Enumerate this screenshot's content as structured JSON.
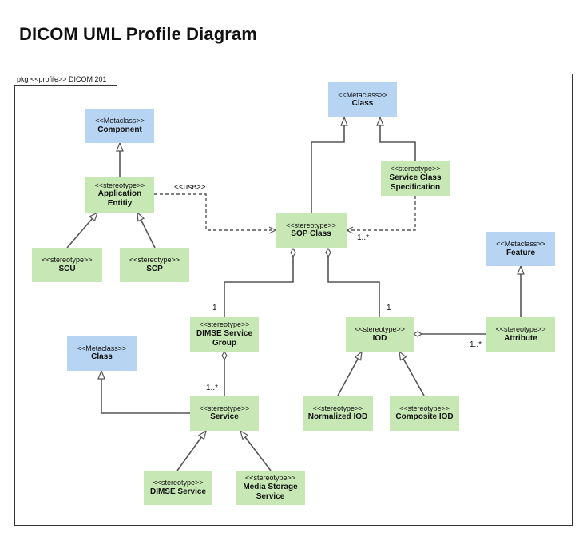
{
  "title": "DICOM UML Profile Diagram",
  "package_tab": "pkg <<profile>> DICOM 201",
  "nodes": {
    "component_meta": {
      "stereotype": "<<Metaclass>>",
      "name": "Component"
    },
    "class_meta_top": {
      "stereotype": "<<Metaclass>>",
      "name": "Class"
    },
    "feature_meta": {
      "stereotype": "<<Metaclass>>",
      "name": "Feature"
    },
    "class_meta_left": {
      "stereotype": "<<Metaclass>>",
      "name": "Class"
    },
    "application_entity": {
      "stereotype": "<<stereotype>>",
      "name": "Application Entitiy"
    },
    "service_class_spec": {
      "stereotype": "<<stereotype>>",
      "name": "Service Class Specification"
    },
    "sop_class": {
      "stereotype": "<<stereotype>>",
      "name": "SOP Class"
    },
    "scu": {
      "stereotype": "<<stereotype>>",
      "name": "SCU"
    },
    "scp": {
      "stereotype": "<<stereotype>>",
      "name": "SCP"
    },
    "dimse_service_group": {
      "stereotype": "<<stereotype>>",
      "name": "DIMSE Service Group"
    },
    "iod": {
      "stereotype": "<<stereotype>>",
      "name": "IOD"
    },
    "attribute": {
      "stereotype": "<<stereotype>>",
      "name": "Attribute"
    },
    "service": {
      "stereotype": "<<stereotype>>",
      "name": "Service"
    },
    "normalized_iod": {
      "stereotype": "<<stereotype>>",
      "name": "Normalized IOD"
    },
    "composite_iod": {
      "stereotype": "<<stereotype>>",
      "name": "Composite IOD"
    },
    "dimse_service": {
      "stereotype": "<<stereotype>>",
      "name": "DIMSE Service"
    },
    "media_storage_service": {
      "stereotype": "<<stereotype>>",
      "name": "Media Storage Service"
    }
  },
  "edge_labels": {
    "use": "<<use>>",
    "mult_sop_spec": "1..*",
    "mult_group": "1",
    "mult_iod": "1",
    "mult_attribute": "1..*",
    "mult_service": "1..*"
  }
}
